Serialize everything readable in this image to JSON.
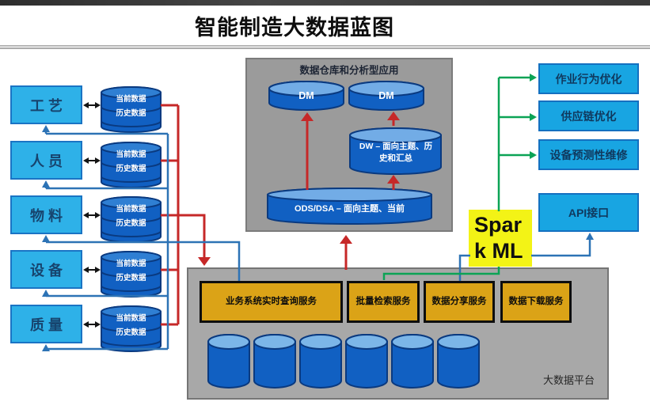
{
  "title": "智能制造大数据蓝图",
  "left_rows": [
    {
      "entity": "工艺",
      "current": "当前数据",
      "history": "历史数据"
    },
    {
      "entity": "人员",
      "current": "当前数据",
      "history": "历史数据"
    },
    {
      "entity": "物料",
      "current": "当前数据",
      "history": "历史数据"
    },
    {
      "entity": "设备",
      "current": "当前数据",
      "history": "历史数据"
    },
    {
      "entity": "质量",
      "current": "当前数据",
      "history": "历史数据"
    }
  ],
  "warehouse": {
    "title": "数据仓库和分析型应用",
    "dm_left": "DM",
    "dm_right": "DM",
    "dw_lines": [
      "DW – 面向主题、历",
      "史和汇总"
    ],
    "ods": "ODS/DSA – 面向主题、当前"
  },
  "outputs": [
    {
      "label": "作业行为优化"
    },
    {
      "label": "供应链优化"
    },
    {
      "label": "设备预测性维修"
    },
    {
      "label": "API接口"
    }
  ],
  "spark": {
    "label": "Spark ML",
    "lines": [
      "Spar",
      "k ML"
    ]
  },
  "platform": {
    "label": "大数据平台",
    "services": [
      {
        "label": "业务系统实时查询服务"
      },
      {
        "label": "批量检索服务"
      },
      {
        "label": "数据分享服务"
      },
      {
        "label": "数据下载服务"
      }
    ]
  },
  "colors": {
    "entity_box": "#2eb1e8",
    "output_box": "#18a5e2",
    "box_border": "#1470c0",
    "cylinder_body": "#1160c2",
    "cylinder_top": "#2f7fd3",
    "warehouse_gray": "#9b9b9b",
    "platform_gray": "#a8a8a8",
    "service_yellow": "#dba317",
    "spark_yellow": "#f3f316",
    "red_line": "#c62828",
    "blue_line": "#2d73b5",
    "green_line": "#0ba355"
  }
}
